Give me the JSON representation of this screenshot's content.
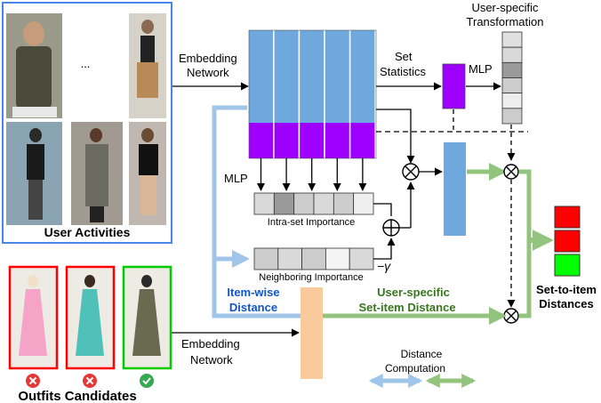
{
  "colors": {
    "embed_blue": "#6FA8DC",
    "purple": "#9D00FF",
    "light_blue_line": "#9FC5E8",
    "green_line": "#93C47D",
    "peach": "#F9CB9C",
    "red": "#FF0000",
    "green": "#00FF00",
    "user_box_border": "#4A86E8",
    "dark_text_blue": "#1155CC",
    "dark_text_green": "#38761D"
  },
  "labels": {
    "user_activities": "User Activities",
    "ellipsis": "...",
    "embedding_network_top_l1": "Embedding",
    "embedding_network_top_l2": "Network",
    "set_statistics_l1": "Set",
    "set_statistics_l2": "Statistics",
    "mlp_right": "MLP",
    "user_specific_transformation_l1": "User-specific",
    "user_specific_transformation_l2": "Transformation",
    "mlp_left": "MLP",
    "intra_set_importance": "Intra-set Importance",
    "neighboring_importance": "Neighboring Importance",
    "minus_gamma": "−γ",
    "item_wise_distance_l1": "Item-wise",
    "item_wise_distance_l2": "Distance",
    "user_specific_set_item_distance_l1": "User-specific",
    "user_specific_set_item_distance_l2": "Set-item Distance",
    "embedding_network_bottom_l1": "Embedding",
    "embedding_network_bottom_l2": "Network",
    "distance_computation_l1": "Distance",
    "distance_computation_l2": "Computation",
    "set_to_item_distances_l1": "Set-to-item",
    "set_to_item_distances_l2": "Distances",
    "outfits_candidates": "Outfits Candidates"
  },
  "icons": {
    "multiply": "circle-times-icon",
    "add": "circle-plus-icon",
    "reject": "red-x-badge-icon",
    "accept": "green-check-badge-icon"
  },
  "intra_set_cells": [
    "#d9d9d9",
    "#999999",
    "#cccccc",
    "#d9d9d9",
    "#cccccc",
    "#efefef"
  ],
  "neighboring_cells": [
    "#cccccc",
    "#d9d9d9",
    "#cccccc",
    "#f3f3f3",
    "#d9d9d9"
  ],
  "transformation_cells": [
    "#e0e0e0",
    "#d9d9d9",
    "#999999",
    "#cccccc",
    "#eeeeee",
    "#cccccc"
  ],
  "candidates": [
    {
      "status": "reject",
      "border": "#FF0000"
    },
    {
      "status": "reject",
      "border": "#FF0000"
    },
    {
      "status": "accept",
      "border": "#00CC00"
    }
  ],
  "distance_outputs": [
    "#FF0000",
    "#FF0000",
    "#00FF00"
  ]
}
